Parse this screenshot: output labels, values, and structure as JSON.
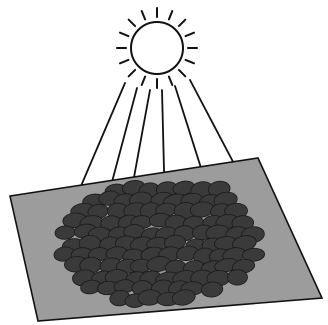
{
  "diagram": {
    "components": [
      "sun",
      "light-rays",
      "surface",
      "dark-particles"
    ],
    "colors": {
      "background": "#ffffff",
      "surface": "#9c9c9c",
      "particle": "#3a3a3a",
      "outline": "#111111"
    }
  }
}
